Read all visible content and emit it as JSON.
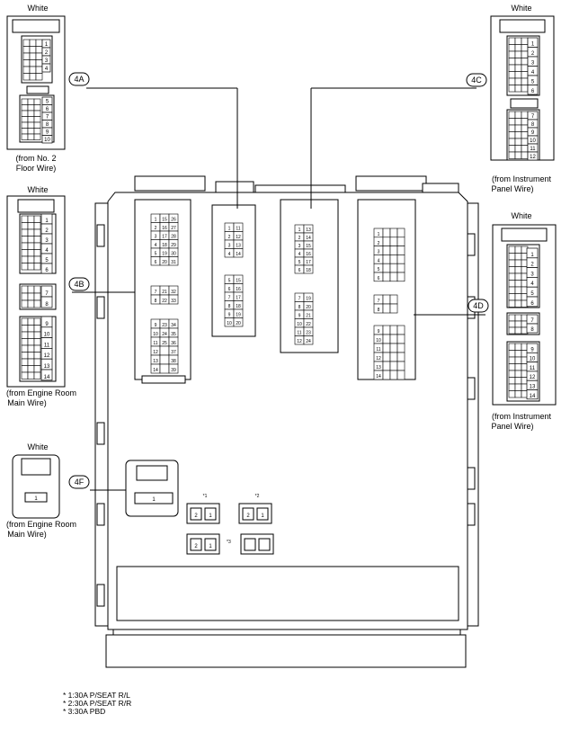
{
  "connectors": {
    "c4A": {
      "id": "4A",
      "color": "White",
      "source": [
        "(from No. 2",
        "Floor Wire)"
      ],
      "upper_pins": [
        "1",
        "2",
        "3",
        "4"
      ],
      "lower_pins": [
        "5",
        "6",
        "7",
        "8",
        "9",
        "10"
      ]
    },
    "c4B": {
      "id": "4B",
      "color": "White",
      "source": [
        "(from Engine Room",
        "Main Wire)"
      ],
      "pins": [
        "1",
        "2",
        "3",
        "4",
        "5",
        "6",
        "7",
        "8",
        "9",
        "10",
        "11",
        "12",
        "13",
        "14"
      ]
    },
    "c4C": {
      "id": "4C",
      "color": "White",
      "source": [
        "(from Instrument",
        "Panel Wire)"
      ],
      "upper_pins": [
        "1",
        "2",
        "3",
        "4",
        "5",
        "6"
      ],
      "lower_pins": [
        "7",
        "8",
        "9",
        "10",
        "11",
        "12"
      ]
    },
    "c4D": {
      "id": "4D",
      "color": "White",
      "source": [
        "(from Instrument",
        "Panel Wire)"
      ],
      "pins": [
        "1",
        "2",
        "3",
        "4",
        "5",
        "6",
        "7",
        "8",
        "9",
        "10",
        "11",
        "12",
        "13",
        "14"
      ]
    },
    "c4F": {
      "id": "4F",
      "color": "White",
      "source": [
        "(from Engine Room",
        "Main Wire)"
      ],
      "pins": [
        "1"
      ]
    }
  },
  "block": {
    "section_4B": {
      "rows": [
        [
          "1",
          "15",
          "26"
        ],
        [
          "2",
          "16",
          "27"
        ],
        [
          "3",
          "17",
          "28"
        ],
        [
          "4",
          "18",
          "29"
        ],
        [
          "5",
          "19",
          "30"
        ],
        [
          "6",
          "20",
          "31"
        ],
        [
          "7",
          "21",
          "32"
        ],
        [
          "8",
          "22",
          "33"
        ],
        [
          "9",
          "23",
          "34"
        ],
        [
          "10",
          "24",
          "35"
        ],
        [
          "11",
          "25",
          "36"
        ],
        [
          "12",
          "",
          "37"
        ],
        [
          "13",
          "",
          "38"
        ],
        [
          "14",
          "",
          "39"
        ]
      ]
    },
    "section_4A": {
      "rows": [
        [
          "1",
          "11"
        ],
        [
          "2",
          "12"
        ],
        [
          "3",
          "13"
        ],
        [
          "4",
          "14"
        ],
        [
          "5",
          "15"
        ],
        [
          "6",
          "16"
        ],
        [
          "7",
          "17"
        ],
        [
          "8",
          "18"
        ],
        [
          "9",
          "19"
        ],
        [
          "10",
          "20"
        ]
      ]
    },
    "section_4C": {
      "rows": [
        [
          "1",
          "13"
        ],
        [
          "2",
          "14"
        ],
        [
          "3",
          "15"
        ],
        [
          "4",
          "16"
        ],
        [
          "5",
          "17"
        ],
        [
          "6",
          "18"
        ],
        [
          "7",
          "19"
        ],
        [
          "8",
          "20"
        ],
        [
          "9",
          "21"
        ],
        [
          "10",
          "22"
        ],
        [
          "11",
          "23"
        ],
        [
          "12",
          "24"
        ]
      ]
    },
    "section_4D": {
      "rows": [
        [
          "1"
        ],
        [
          "2"
        ],
        [
          "3"
        ],
        [
          "4"
        ],
        [
          "5"
        ],
        [
          "6"
        ],
        [
          "7"
        ],
        [
          "8"
        ],
        [
          "9"
        ],
        [
          "10"
        ],
        [
          "11"
        ],
        [
          "12"
        ],
        [
          "13"
        ],
        [
          "14"
        ]
      ]
    },
    "section_4F_pin": "1",
    "fuse_markers": [
      "*1",
      "*2",
      "*3"
    ],
    "fuse_pins": [
      "2",
      "1"
    ]
  },
  "footnotes": [
    "* 1:30A P/SEAT R/L",
    "* 2:30A P/SEAT R/R",
    "* 3:30A PBD"
  ]
}
